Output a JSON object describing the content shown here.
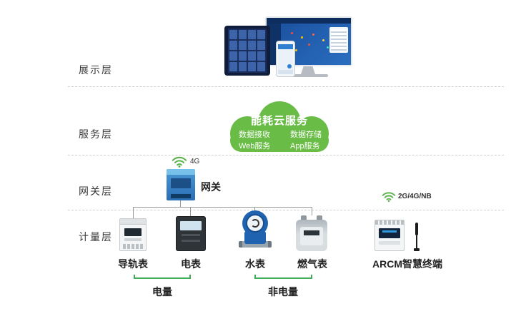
{
  "layers": {
    "presentation": "展示层",
    "service": "服务层",
    "gateway": "网关层",
    "metering": "计量层"
  },
  "cloud": {
    "title": "能耗云服务",
    "left_column": [
      "数据接收",
      "Web服务"
    ],
    "right_column": [
      "数据存储",
      "App服务"
    ]
  },
  "gateway": {
    "label": "网关",
    "network": "4G"
  },
  "devices": [
    {
      "label": "导轨表"
    },
    {
      "label": "电表"
    },
    {
      "label": "水表"
    },
    {
      "label": "燃气表"
    },
    {
      "label": "ARCM智慧终端",
      "network": "2G/4G/NB"
    }
  ],
  "groups": [
    {
      "label": "电量"
    },
    {
      "label": "非电量"
    }
  ],
  "icons": {
    "gateway_signal": "wifi-icon",
    "arcm_signal": "wifi-icon"
  },
  "colors": {
    "cloud_green": "#69bc45",
    "signal_green": "#5cb14d",
    "bracket_green": "#3fae54",
    "gateway_blue": "#2a6db5",
    "connector_gray": "#9a9a9a"
  }
}
